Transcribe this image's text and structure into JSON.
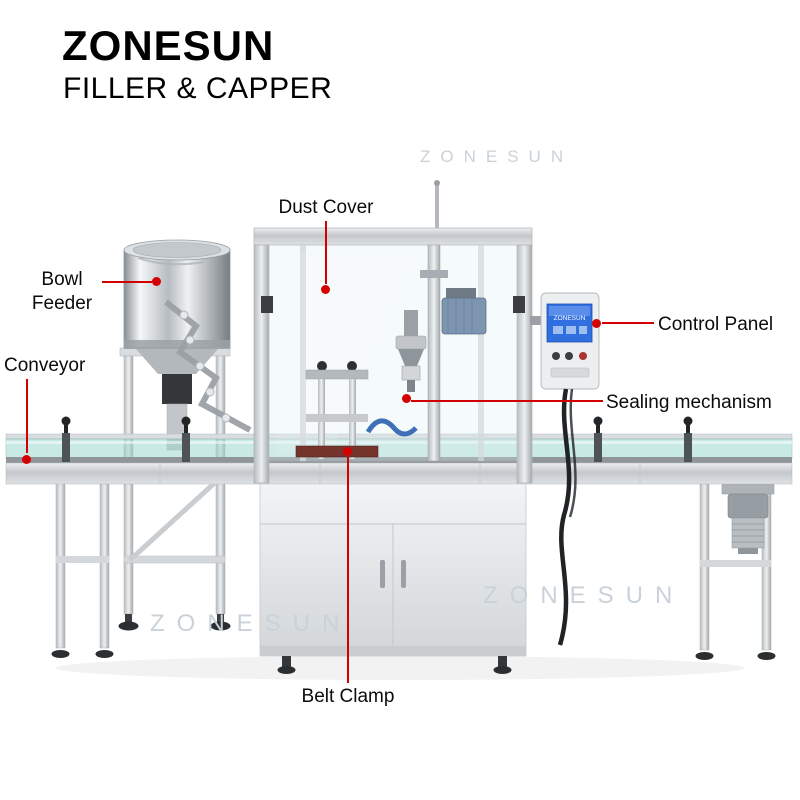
{
  "header": {
    "brand": "ZONESUN",
    "subtitle": "FILLER & CAPPER"
  },
  "callouts": {
    "dust_cover": "Dust Cover",
    "bowl_feeder_line1": "Bowl",
    "bowl_feeder_line2": "Feeder",
    "conveyor": "Conveyor",
    "control_panel": "Control Panel",
    "sealing_mechanism": "Sealing mechanism",
    "belt_clamp": "Belt Clamp"
  },
  "watermarks": {
    "upper": "ZONESUN",
    "lower_left": "ZONESUN",
    "lower_right": "ZONESUN"
  },
  "machine": {
    "screen_brand": "ZONESUN"
  },
  "colors": {
    "callout_red": "#d40000",
    "title_black": "#000000",
    "watermark_gray": "#c9d2da",
    "conveyor_glass_teal": "#8fd0c6",
    "screen_blue": "#2f6fe0",
    "clamp_maroon": "#74342c"
  }
}
